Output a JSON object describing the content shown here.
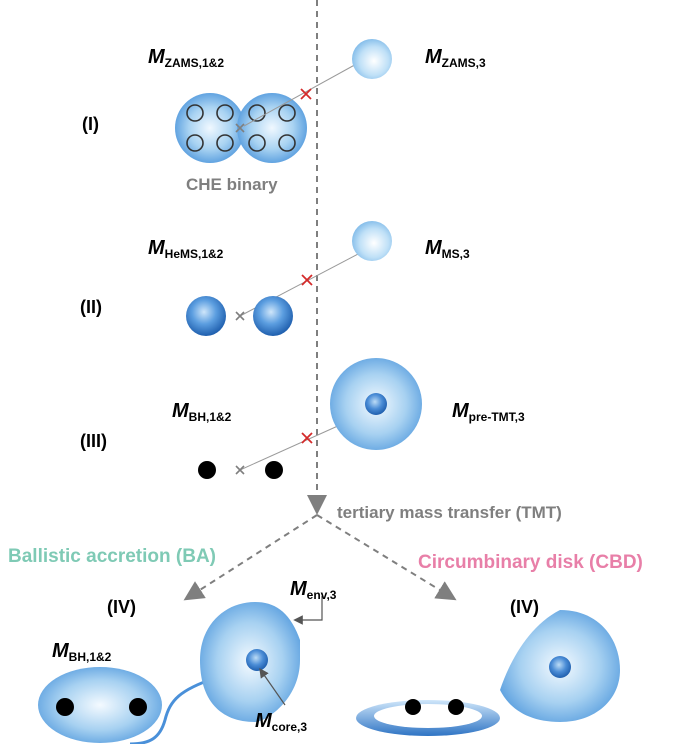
{
  "stages": [
    "(I)",
    "(II)",
    "(III)",
    "(IV)",
    "(IV)"
  ],
  "labels": {
    "m_zams_12": {
      "sym": "M",
      "sub": "ZAMS,1&2"
    },
    "m_zams_3": {
      "sym": "M",
      "sub": "ZAMS,3"
    },
    "m_hems_12": {
      "sym": "M",
      "sub": "HeMS,1&2"
    },
    "m_ms_3": {
      "sym": "M",
      "sub": "MS,3"
    },
    "m_bh_12": {
      "sym": "M",
      "sub": "BH,1&2"
    },
    "m_pretmt_3": {
      "sym": "M",
      "sub": "pre-TMT,3"
    },
    "m_env_3": {
      "sym": "M",
      "sub": "env,3"
    },
    "m_bh_12_b": {
      "sym": "M",
      "sub": "BH,1&2"
    },
    "m_core_3": {
      "sym": "M",
      "sub": "core,3"
    }
  },
  "texts": {
    "che_binary": "CHE binary",
    "tmt": "tertiary mass transfer (TMT)",
    "ba": "Ballistic accretion (BA)",
    "cbd": "Circumbinary disk (CBD)"
  },
  "colors": {
    "ba": "#7fcab5",
    "cbd": "#e87fa8",
    "star_light": "#e8f4fc",
    "star_dark": "#4a90d9",
    "dashed": "#7f7f7f",
    "cross_red": "#d42a2a"
  }
}
